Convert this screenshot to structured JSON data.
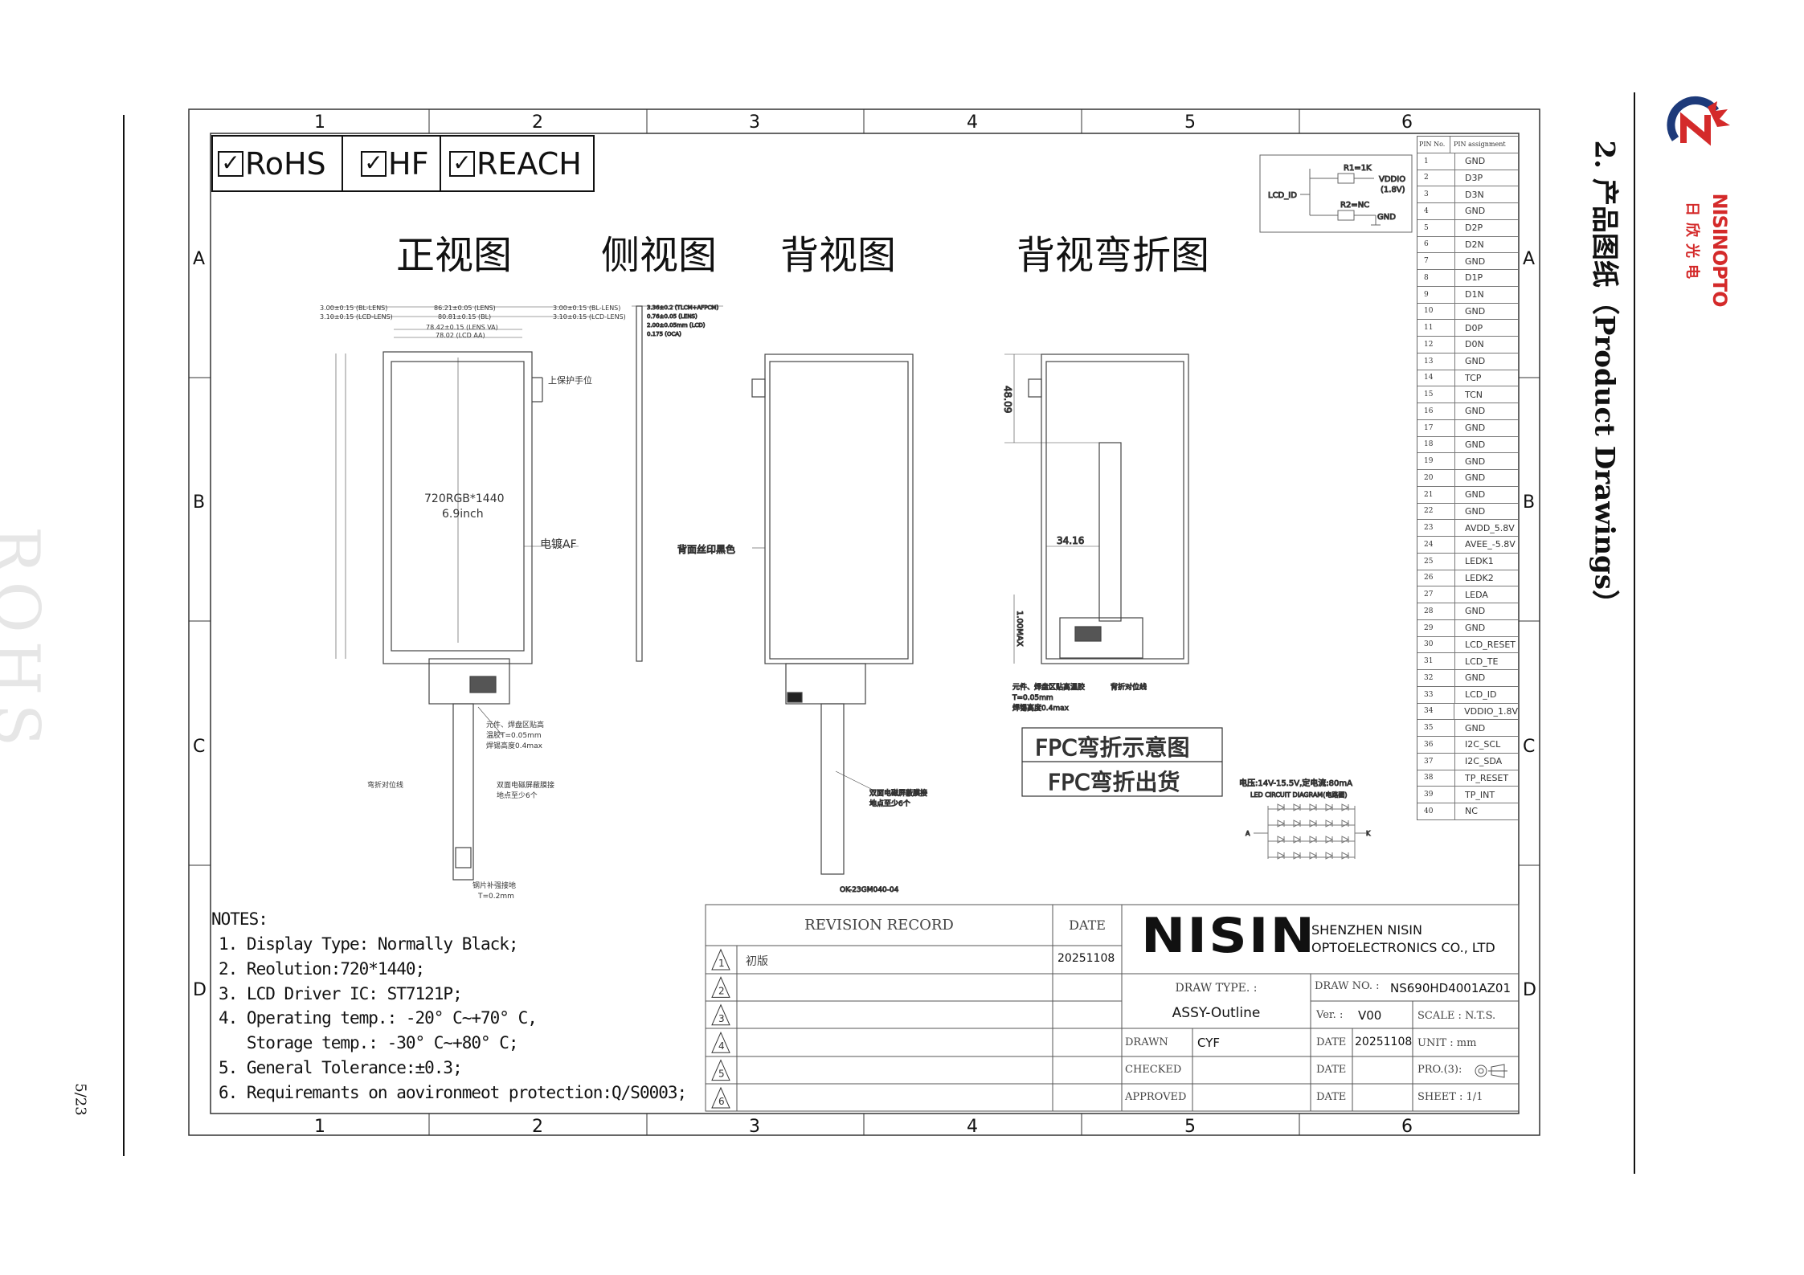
{
  "page_number": "5/23",
  "watermark": "ROHS",
  "section_heading": "2. 产品图纸（Product Drawings）",
  "logo": {
    "brand": "NISINOPTO",
    "chinese": "日欣光电"
  },
  "grid": {
    "columns": [
      "1",
      "2",
      "3",
      "4",
      "5",
      "6"
    ],
    "rows": [
      "A",
      "B",
      "C",
      "D"
    ]
  },
  "certifications": [
    {
      "label": "RoHS"
    },
    {
      "label": "HF"
    },
    {
      "label": "REACH"
    }
  ],
  "view_titles": {
    "front": "正视图",
    "side": "侧视图",
    "back": "背视图",
    "back_bent": "背视弯折图"
  },
  "front_view": {
    "dim_bl_lens_left": "3.00±0.15 (BL-LENS)",
    "dim_lcd_lens_left": "3.10±0.15 (LCD-LENS)",
    "dim_lens": "86.21±0.05 (LENS)",
    "dim_bl": "80.81±0.15 (BL)",
    "dim_lens_va": "78.42±0.15 (LENS VA)",
    "dim_lcd_aa": "78.02 (LCD AA)",
    "dim_bl_lens_right": "3.00±0.15 (BL-LENS)",
    "dim_lcd_lens_right": "3.10±0.15 (LCD-LENS)",
    "protect_tab": "上保护手位",
    "resolution": "720RGB*1440",
    "size": "6.9inch",
    "coating": "电镀AF",
    "component_note_1": "元件、焊盘区贴高",
    "component_note_2": "温胶T=0.05mm",
    "component_note_3": "焊锡高度0.4max",
    "shield_note_1": "双面电磁屏蔽膜接",
    "shield_note_2": "地点至少6个",
    "bend_line": "弯折对位线",
    "stiffener_1": "钢片补强接地",
    "stiffener_2": "T=0.2mm"
  },
  "side_view": {
    "dim_total": "3.36±0.2 (TLCM+AFPCM)",
    "dim_lens": "0.76±0.05 (LENS)",
    "dim_lcd": "2.00±0.05mm (LCD)",
    "dim_oca": "0.175 (OCA)"
  },
  "back_view": {
    "silkscreen": "背面丝印黑色",
    "shield_note_1": "双面电磁屏蔽膜接",
    "shield_note_2": "地点至少6个",
    "fpc_part": "OK-23GM040-04"
  },
  "bent_view": {
    "dim_top": "48.09",
    "dim_mid": "34.16",
    "dim_max": "1.00MAX",
    "component_note_1": "元件、焊盘区贴高温胶",
    "component_note_2": "T=0.05mm",
    "component_note_3": "焊锡高度0.4max",
    "bend_line": "背折对位线"
  },
  "fpc_options": [
    "FPC弯折示意图",
    "FPC弯折出货"
  ],
  "id_circuit": {
    "r1": "R1=1K",
    "vddio": "VDDIO",
    "vddio_v": "(1.8V)",
    "lcd_id": "LCD_ID",
    "r2": "R2=NC",
    "gnd": "GND"
  },
  "led_circuit": {
    "spec": "电压:14V-15.5V,定电流:80mA",
    "title": "LED CIRCUIT DIAGRAM(电路图)",
    "anode": "A",
    "cathode": "K",
    "rows": 4,
    "cols": 5
  },
  "pin_table": {
    "headers": [
      "PIN No.",
      "PIN assignment"
    ],
    "pins": [
      "GND",
      "D3P",
      "D3N",
      "GND",
      "D2P",
      "D2N",
      "GND",
      "D1P",
      "D1N",
      "GND",
      "D0P",
      "D0N",
      "GND",
      "TCP",
      "TCN",
      "GND",
      "GND",
      "GND",
      "GND",
      "GND",
      "GND",
      "GND",
      "AVDD_5.8V",
      "AVEE_-5.8V",
      "LEDK1",
      "LEDK2",
      "LEDA",
      "GND",
      "GND",
      "LCD_RESET",
      "LCD_TE",
      "GND",
      "LCD_ID",
      "VDDIO_1.8V",
      "GND",
      "I2C_SCL",
      "I2C_SDA",
      "TP_RESET",
      "TP_INT",
      "NC"
    ]
  },
  "notes": {
    "title": "NOTES:",
    "items": [
      "1. Display Type: Normally Black;",
      "2. Reolution:720*1440;",
      "3. LCD Driver IC: ST7121P;",
      "4. Operating temp.: -20° C~+70° C,",
      "   Storage temp.: -30° C~+80° C;",
      "5. General Tolerance:±0.3;",
      "6. Requiremants on aovironmeot protection:Q/S0003;"
    ]
  },
  "title_block": {
    "revision_header": "REVISION RECORD",
    "date_header": "DATE",
    "revisions": [
      {
        "no": "1",
        "desc": "初版",
        "date": "20251108"
      },
      {
        "no": "2",
        "desc": "",
        "date": ""
      },
      {
        "no": "3",
        "desc": "",
        "date": ""
      },
      {
        "no": "4",
        "desc": "",
        "date": ""
      },
      {
        "no": "5",
        "desc": "",
        "date": ""
      },
      {
        "no": "6",
        "desc": "",
        "date": ""
      }
    ],
    "company_logo": "NISIN",
    "company_line1": "SHENZHEN NISIN",
    "company_line2": "OPTOELECTRONICS CO., LTD",
    "draw_type_label": "DRAW TYPE. :",
    "draw_type": "ASSY-Outline",
    "draw_no_label": "DRAW NO. :",
    "draw_no": "NS690HD4001AZ01",
    "ver_label": "Ver. :",
    "ver": "V00",
    "scale": "SCALE : N.T.S.",
    "drawn_label": "DRAWN",
    "drawn": "CYF",
    "checked_label": "CHECKED",
    "approved_label": "APPROVED",
    "date_label": "DATE",
    "drawn_date": "20251108",
    "unit": "UNIT : mm",
    "projection": "PRO.(3):",
    "sheet": "SHEET :  1/1"
  }
}
